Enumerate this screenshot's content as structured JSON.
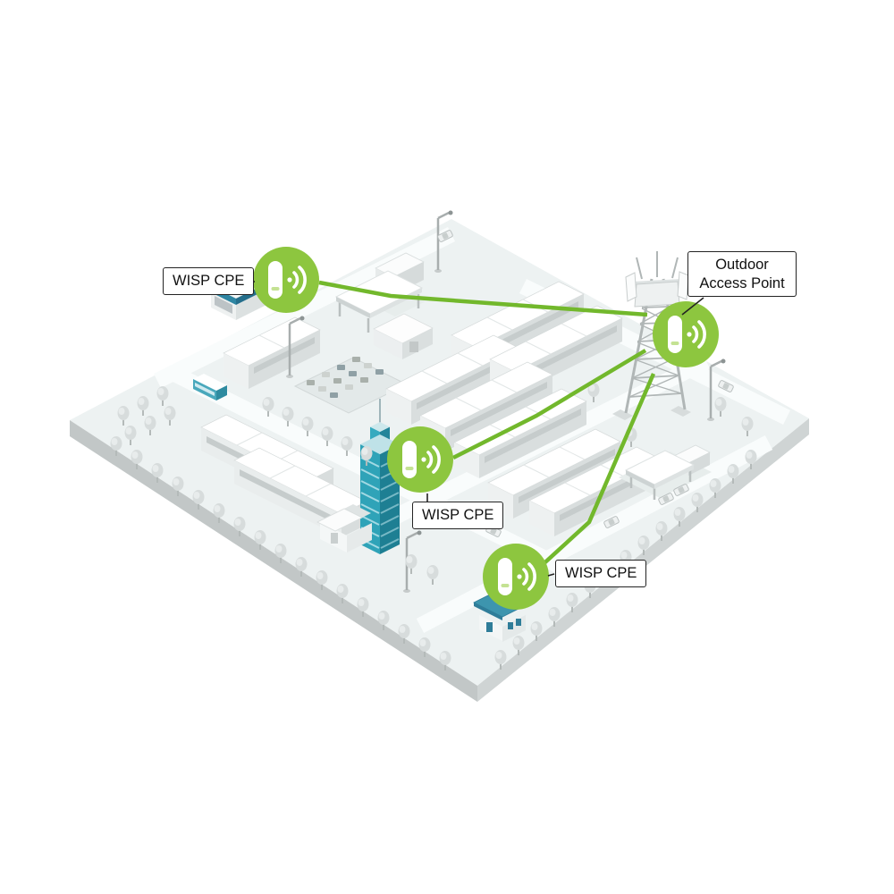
{
  "scene": {
    "kind": "isometric-city-wireless-coverage-diagram",
    "description": "Isometric city block illustration: an outdoor access point on a lattice tower wirelessly linked by green lines to three WISP CPE units mounted on buildings",
    "background": "#ffffff"
  },
  "labels": {
    "cpe_top_left": "WISP CPE",
    "cpe_center": "WISP CPE",
    "cpe_bottom": "WISP CPE",
    "access_point": "Outdoor Access Point"
  },
  "icons": {
    "cpe_badge": "cpe-device-with-wifi-signal-icon",
    "ap_badge": "access-point-device-with-wifi-signal-icon"
  },
  "colors": {
    "badge_green": "#8dc63f",
    "link_green": "#72b82c",
    "platform_top": "#edf2f2",
    "platform_side_left": "#c2c7c7",
    "platform_side_right": "#cfd4d4",
    "road": "#f9fcfc",
    "building_top": "#ffffff",
    "building_side_light": "#eef1f1",
    "building_side_dark": "#d9dede",
    "window_band": "#c6cccc",
    "tree_gray": "#d7dcdc",
    "skyscraper_teal_light": "#2fa3b8",
    "skyscraper_teal_dark": "#1e7f93",
    "store_roof_blue": "#2f86a3",
    "house_roof_teal": "#3d95ae",
    "tower_gray": "#b0b6b6",
    "label_border": "#232323",
    "label_text": "#111111"
  }
}
